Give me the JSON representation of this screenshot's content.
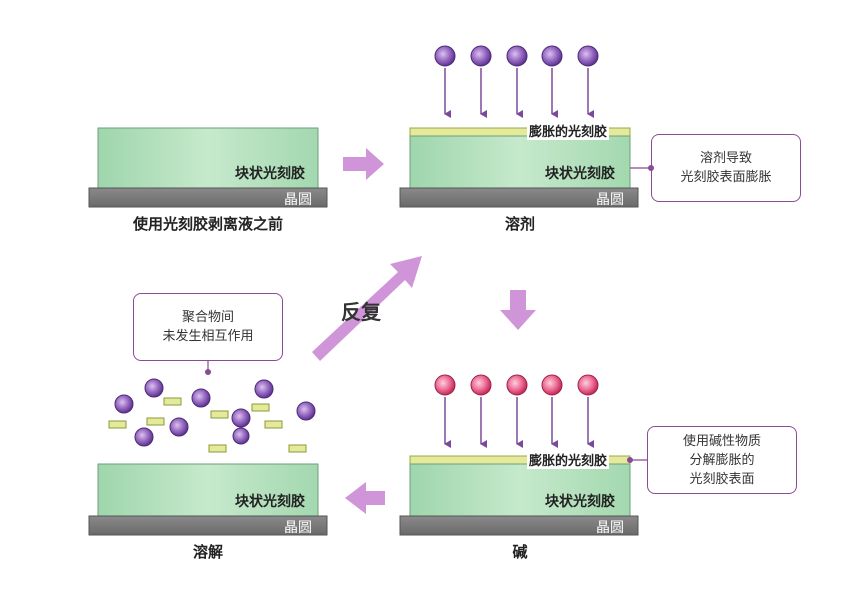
{
  "colors": {
    "resist": "#a8dbb3",
    "resist_edge": "#6f9e78",
    "wafer": "#7a7a7a",
    "swell_layer": "#e4ea9a",
    "arrow": "#cf95d8",
    "solvent_particle": "#7e4aa8",
    "base_particle": "#e64f7a",
    "callout_border": "#8a4a97"
  },
  "panels": {
    "before": {
      "resist_label": "块状光刻胶",
      "wafer_label": "晶圆",
      "caption": "使用光刻胶剥离液之前"
    },
    "solvent": {
      "resist_label": "块状光刻胶",
      "wafer_label": "晶圆",
      "swell_label": "膨胀的光刻胶",
      "caption": "溶剂"
    },
    "base": {
      "resist_label": "块状光刻胶",
      "wafer_label": "晶圆",
      "swell_label": "膨胀的光刻胶",
      "caption": "碱"
    },
    "dissolve": {
      "resist_label": "块状光刻胶",
      "wafer_label": "晶圆",
      "caption": "溶解"
    }
  },
  "callouts": {
    "solvent": [
      "溶剂导致",
      "光刻胶表面膨胀"
    ],
    "base": [
      "使用碱性物质",
      "分解膨胀的",
      "光刻胶表面"
    ],
    "dissolve": [
      "聚合物间",
      "未发生相互作用"
    ]
  },
  "repeat_label": "反复"
}
